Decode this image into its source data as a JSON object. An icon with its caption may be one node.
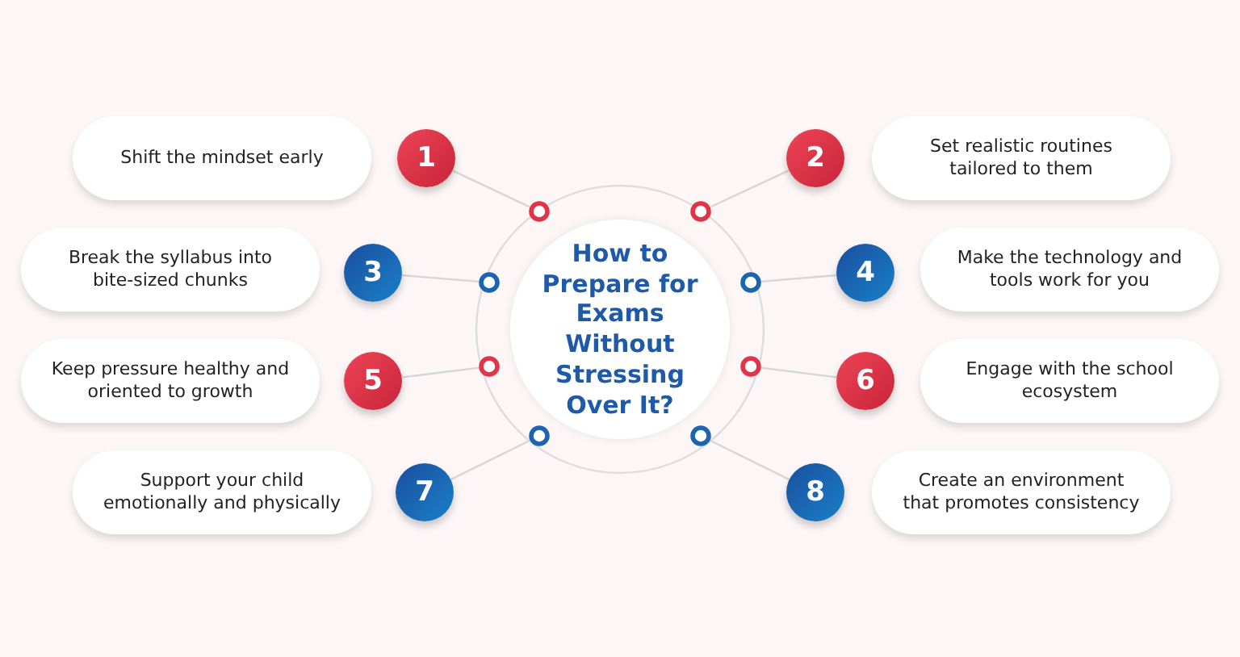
{
  "diagram": {
    "nodes": [
      {
        "text": [
          "How to Prepare for Exams Without Stressing Over It?"
        ]
      },
      {
        "text": [
          "Shift the mindset early"
        ]
      },
      {
        "text": [
          "Set realistic routines tailored to them"
        ]
      },
      {
        "text": [
          "Break the syllabus into bite-sized chunks"
        ]
      },
      {
        "text": [
          "Make the technology and tools work for you"
        ]
      },
      {
        "text": [
          "Keep pressure healthy and oriented to growth"
        ]
      },
      {
        "text": [
          "Engage with the school ecosystem"
        ]
      },
      {
        "text": [
          "Support your child emotionally and physically"
        ]
      },
      {
        "text": [
          "Create an environment that promotes consistency"
        ]
      },
      {
        "text": [
          "1"
        ]
      },
      {
        "text": [
          "2"
        ]
      },
      {
        "text": [
          "3"
        ]
      },
      {
        "text": [
          "4"
        ]
      },
      {
        "text": [
          "5"
        ]
      },
      {
        "text": [
          "6"
        ]
      },
      {
        "text": [
          "7"
        ]
      },
      {
        "text": [
          "8"
        ]
      },
      {
        "text": [],
        "shape": "circle"
      },
      {
        "text": [],
        "shape": "circle"
      },
      {
        "text": [],
        "shape": "circle"
      },
      {
        "text": [],
        "shape": "circle"
      },
      {
        "text": [],
        "shape": "circle"
      },
      {
        "text": [],
        "shape": "circle"
      },
      {
        "text": [],
        "shape": "circle"
      },
      {
        "text": [],
        "shape": "circle"
      }
    ],
    "edges": [
      {
        "from": 9,
        "to": 17,
        "arrow": "none"
      },
      {
        "from": 10,
        "to": 18,
        "arrow": "none"
      },
      {
        "from": 11,
        "to": 19,
        "arrow": "none"
      },
      {
        "from": 12,
        "to": 20,
        "arrow": "none"
      },
      {
        "from": 13,
        "to": 21,
        "arrow": "none"
      },
      {
        "from": 14,
        "to": 22,
        "arrow": "none"
      },
      {
        "from": 15,
        "to": 23,
        "arrow": "none"
      },
      {
        "from": 16,
        "to": 24,
        "arrow": "none"
      }
    ]
  }
}
